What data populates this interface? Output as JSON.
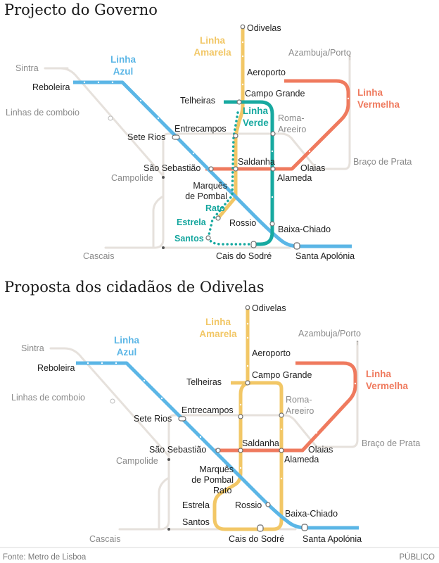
{
  "colors": {
    "blue": "#5bb6e6",
    "yellow": "#f2c766",
    "red": "#ef7a5e",
    "green": "#17a9a0",
    "rail": "#e6e1dc",
    "text": "#1e1e1e",
    "grey_text": "#8a8a8a"
  },
  "map1": {
    "title": "Projecto do Governo",
    "lines": {
      "azul": [
        "Linha",
        "Azul"
      ],
      "amarela": [
        "Linha",
        "Amarela"
      ],
      "vermelha": [
        "Linha",
        "Vermelha"
      ],
      "verde": [
        "Linha",
        "Verde"
      ]
    },
    "stations": {
      "odivelas": "Odivelas",
      "azambuja": "Azambuja/Porto",
      "sintra": "Sintra",
      "reboleira": "Reboleira",
      "aeroporto": "Aeroporto",
      "telheiras": "Telheiras",
      "campo_grande": "Campo Grande",
      "comboio": "Linhas de comboio",
      "roma": [
        "Roma-",
        "Areeiro"
      ],
      "sete_rios": "Sete Rios",
      "entrecampos": "Entrecampos",
      "braco_prata": "Braço de Prata",
      "sao_sebastiao": "São Sebastião",
      "saldanha": "Saldanha",
      "olaias": "Olaias",
      "campolide": "Campolide",
      "alameda": "Alameda",
      "marques": [
        "Marquês",
        "de Pombal"
      ],
      "rato": "Rato",
      "estrela": "Estrela",
      "rossio": "Rossio",
      "baixa_chiado": "Baixa-Chiado",
      "santos": "Santos",
      "cascais": "Cascais",
      "cais_sodre": "Cais do Sodré",
      "santa_apolonia": "Santa Apolónia"
    }
  },
  "map2": {
    "title": "Proposta dos cidadãos de Odivelas",
    "lines": {
      "azul": [
        "Linha",
        "Azul"
      ],
      "amarela": [
        "Linha",
        "Amarela"
      ],
      "vermelha": [
        "Linha",
        "Vermelha"
      ]
    },
    "stations": {
      "odivelas": "Odivelas",
      "azambuja": "Azambuja/Porto",
      "sintra": "Sintra",
      "reboleira": "Reboleira",
      "aeroporto": "Aeroporto",
      "telheiras": "Telheiras",
      "campo_grande": "Campo Grande",
      "comboio": "Linhas de comboio",
      "roma": [
        "Roma-",
        "Areeiro"
      ],
      "sete_rios": "Sete Rios",
      "entrecampos": "Entrecampos",
      "braco_prata": "Braço de Prata",
      "sao_sebastiao": "São Sebastião",
      "saldanha": "Saldanha",
      "olaias": "Olaias",
      "campolide": "Campolide",
      "alameda": "Alameda",
      "marques": [
        "Marquês",
        "de Pombal"
      ],
      "rato": "Rato",
      "estrela": "Estrela",
      "rossio": "Rossio",
      "baixa_chiado": "Baixa-Chiado",
      "santos": "Santos",
      "cascais": "Cascais",
      "cais_sodre": "Cais do Sodré",
      "santa_apolonia": "Santa Apolónia"
    }
  },
  "footer": {
    "source": "Fonte: Metro de Lisboa",
    "brand": "PÚBLICO"
  }
}
